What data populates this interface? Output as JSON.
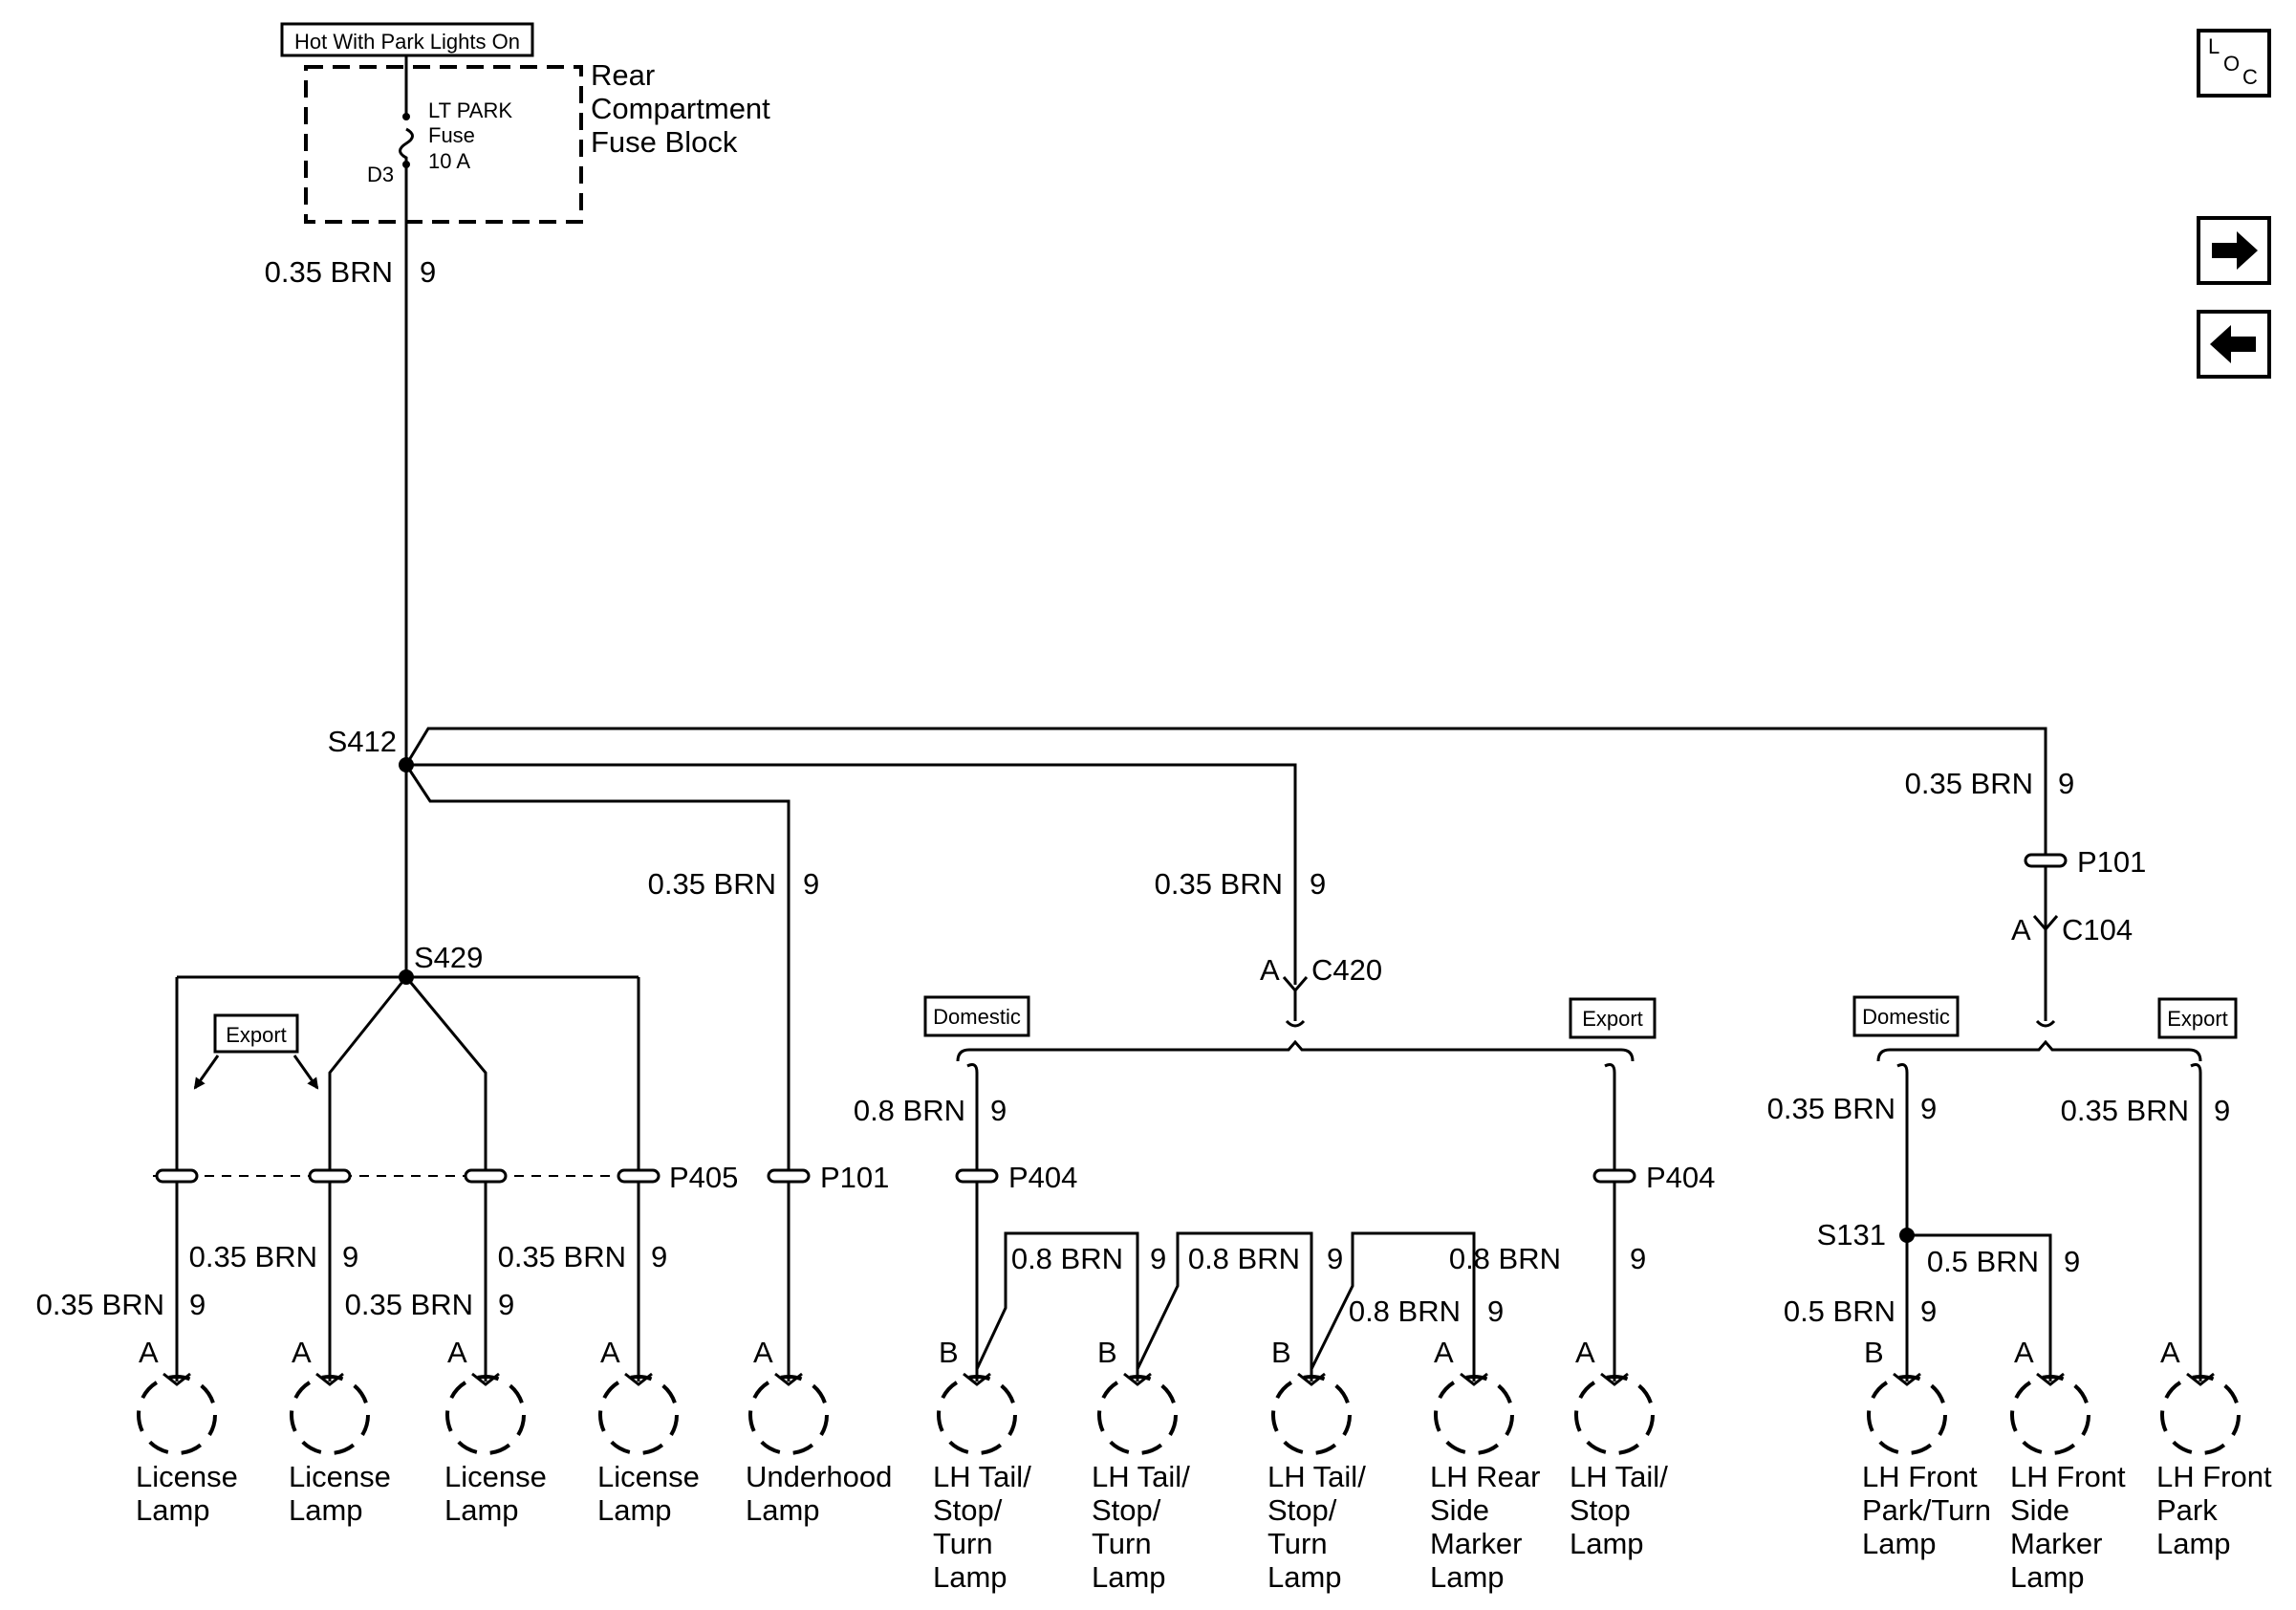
{
  "power": {
    "hot_label": "Hot With Park Lights On",
    "fuse_block": [
      "Rear",
      "Compartment",
      "Fuse Block"
    ],
    "fuse_name": [
      "LT PARK",
      "Fuse",
      "10 A"
    ],
    "fuse_pin": "D3"
  },
  "wire_035": "0.35 BRN",
  "wire_08": "0.8 BRN",
  "wire_05": "0.5 BRN",
  "circuit": "9",
  "splices": {
    "s412": "S412",
    "s429": "S429",
    "s131": "S131"
  },
  "connectors": {
    "p101": "P101",
    "p404": "P404",
    "p405": "P405",
    "c420": "C420",
    "c104": "C104",
    "pin_a": "A",
    "pin_b": "B"
  },
  "options": {
    "domestic": "Domestic",
    "export": "Export"
  },
  "lamps": {
    "license": [
      "License",
      "Lamp"
    ],
    "underhood": [
      "Underhood",
      "Lamp"
    ],
    "tail_turn": [
      "LH Tail/",
      "Stop/",
      "Turn",
      "Lamp"
    ],
    "side_marker": [
      "LH Rear",
      "Side",
      "Marker",
      "Lamp"
    ],
    "tail_stop": [
      "LH Tail/",
      "Stop",
      "Lamp"
    ],
    "front_park_turn": [
      "LH Front",
      "Park/Turn",
      "Lamp"
    ],
    "front_side_marker": [
      "LH Front",
      "Side",
      "Marker",
      "Lamp"
    ],
    "front_park": [
      "LH Front",
      "Park",
      "Lamp"
    ]
  },
  "nav": {
    "loc_icon": "location-icon",
    "forward_icon": "arrow-right-icon",
    "back_icon": "arrow-left-icon",
    "loc": [
      "L",
      "O",
      "C"
    ]
  }
}
